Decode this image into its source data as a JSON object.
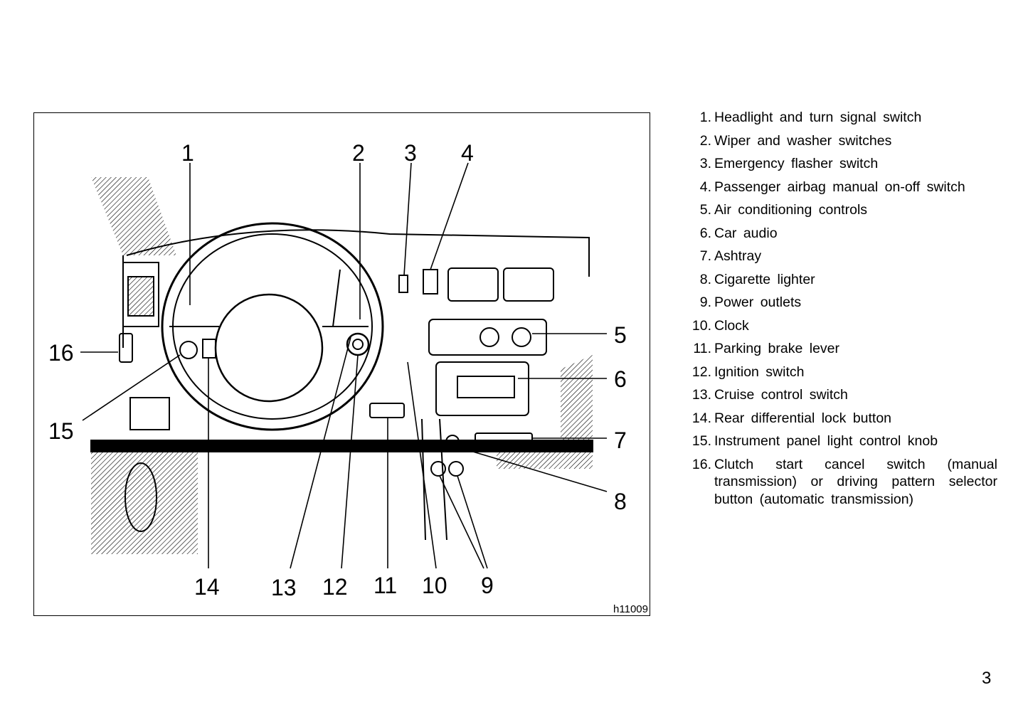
{
  "figure": {
    "code": "h11009",
    "callouts": [
      "1",
      "2",
      "3",
      "4",
      "5",
      "6",
      "7",
      "8",
      "9",
      "10",
      "11",
      "12",
      "13",
      "14",
      "15",
      "16"
    ]
  },
  "legend": [
    {
      "num": "1.",
      "text": "Headlight and turn signal switch"
    },
    {
      "num": "2.",
      "text": "Wiper and washer switches"
    },
    {
      "num": "3.",
      "text": "Emergency flasher switch"
    },
    {
      "num": "4.",
      "text": "Passenger airbag manual on-off switch"
    },
    {
      "num": "5.",
      "text": "Air conditioning controls"
    },
    {
      "num": "6.",
      "text": "Car audio"
    },
    {
      "num": "7.",
      "text": "Ashtray"
    },
    {
      "num": "8.",
      "text": "Cigarette lighter"
    },
    {
      "num": "9.",
      "text": "Power outlets"
    },
    {
      "num": "10.",
      "text": "Clock"
    },
    {
      "num": "11.",
      "text": "Parking brake lever"
    },
    {
      "num": "12.",
      "text": "Ignition switch"
    },
    {
      "num": "13.",
      "text": "Cruise control switch"
    },
    {
      "num": "14.",
      "text": "Rear differential lock button"
    },
    {
      "num": "15.",
      "text": "Instrument panel light control knob"
    },
    {
      "num": "16.",
      "text": "Clutch start cancel switch (manual transmission) or driving pattern selector button (automatic transmission)"
    }
  ],
  "page_number": "3"
}
